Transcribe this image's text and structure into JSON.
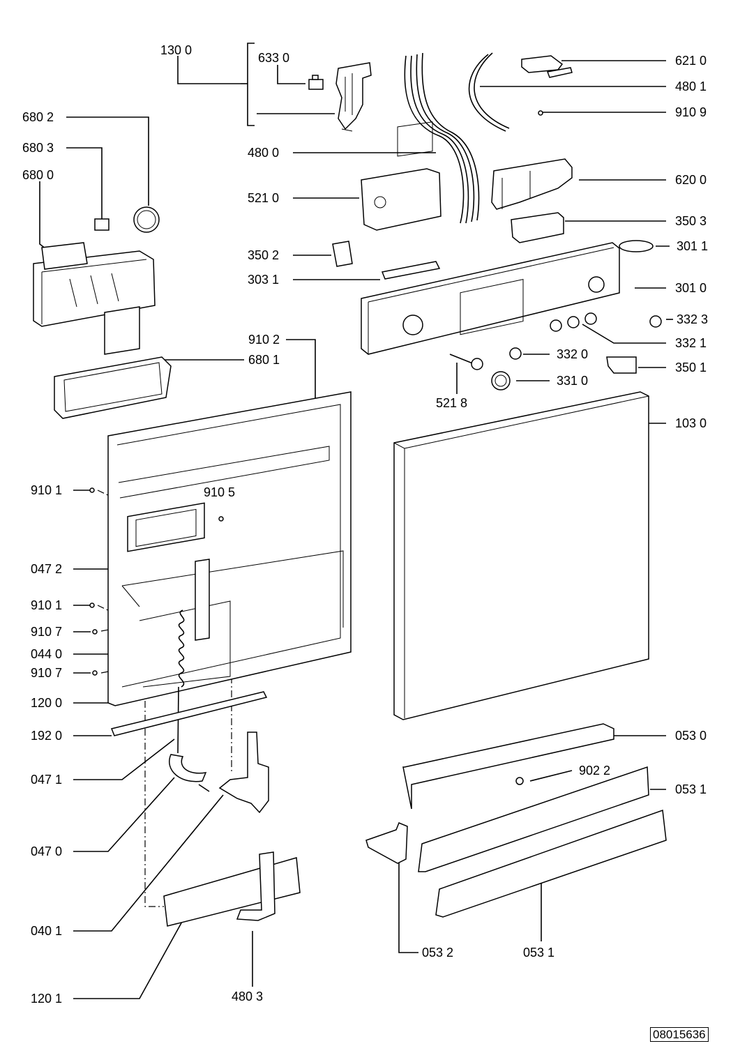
{
  "labels": [
    {
      "id": "l_130_0",
      "text": "130 0"
    },
    {
      "id": "l_633_0",
      "text": "633 0"
    },
    {
      "id": "l_621_0",
      "text": "621 0"
    },
    {
      "id": "l_480_1",
      "text": "480 1"
    },
    {
      "id": "l_910_9",
      "text": "910 9"
    },
    {
      "id": "l_680_2",
      "text": "680 2"
    },
    {
      "id": "l_680_3",
      "text": "680 3"
    },
    {
      "id": "l_680_0",
      "text": "680 0"
    },
    {
      "id": "l_480_0",
      "text": "480 0"
    },
    {
      "id": "l_620_0",
      "text": "620 0"
    },
    {
      "id": "l_521_0",
      "text": "521 0"
    },
    {
      "id": "l_350_3",
      "text": "350 3"
    },
    {
      "id": "l_350_2",
      "text": "350 2"
    },
    {
      "id": "l_301_1",
      "text": "301 1"
    },
    {
      "id": "l_303_1",
      "text": "303 1"
    },
    {
      "id": "l_301_0",
      "text": "301 0"
    },
    {
      "id": "l_332_3",
      "text": "332 3"
    },
    {
      "id": "l_332_1",
      "text": "332 1"
    },
    {
      "id": "l_910_2",
      "text": "910 2"
    },
    {
      "id": "l_332_0",
      "text": "332 0"
    },
    {
      "id": "l_680_1",
      "text": "680 1"
    },
    {
      "id": "l_350_1",
      "text": "350 1"
    },
    {
      "id": "l_331_0",
      "text": "331 0"
    },
    {
      "id": "l_521_8",
      "text": "521 8"
    },
    {
      "id": "l_103_0",
      "text": "103 0"
    },
    {
      "id": "l_910_1a",
      "text": "910 1"
    },
    {
      "id": "l_910_5",
      "text": "910 5"
    },
    {
      "id": "l_047_2",
      "text": "047 2"
    },
    {
      "id": "l_910_1b",
      "text": "910 1"
    },
    {
      "id": "l_910_7a",
      "text": "910 7"
    },
    {
      "id": "l_044_0",
      "text": "044 0"
    },
    {
      "id": "l_910_7b",
      "text": "910 7"
    },
    {
      "id": "l_120_0",
      "text": "120 0"
    },
    {
      "id": "l_192_0",
      "text": "192 0"
    },
    {
      "id": "l_053_0",
      "text": "053 0"
    },
    {
      "id": "l_047_1",
      "text": "047 1"
    },
    {
      "id": "l_902_2",
      "text": "902 2"
    },
    {
      "id": "l_053_1a",
      "text": "053 1"
    },
    {
      "id": "l_047_0",
      "text": "047 0"
    },
    {
      "id": "l_040_1",
      "text": "040 1"
    },
    {
      "id": "l_053_2",
      "text": "053 2"
    },
    {
      "id": "l_053_1b",
      "text": "053 1"
    },
    {
      "id": "l_120_1",
      "text": "120 1"
    },
    {
      "id": "l_480_3",
      "text": "480 3"
    }
  ],
  "drawing_number": "08015636"
}
